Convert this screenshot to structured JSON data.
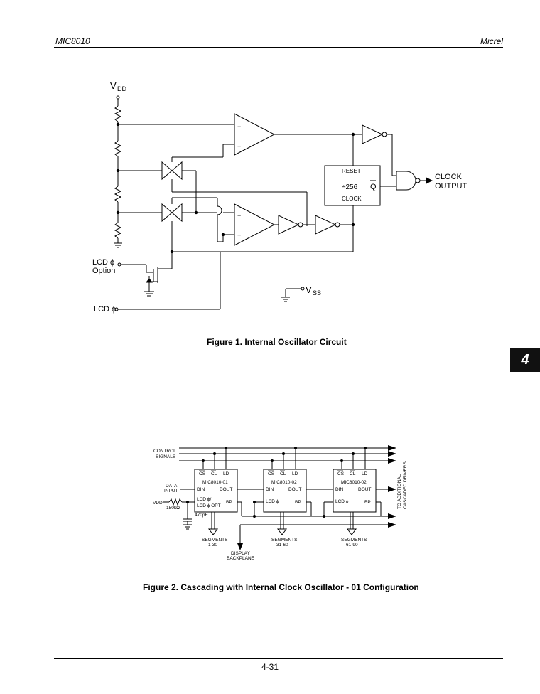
{
  "header": {
    "left": "MIC8010",
    "right": "Micrel"
  },
  "page_number": "4-31",
  "section_tab": "4",
  "figure1": {
    "caption": "Figure 1.   Internal Oscillator Circuit",
    "vdd": "V",
    "vdd_sub": "DD",
    "vss": "V",
    "vss_sub": "SS",
    "lcd_option_1": "LCD ϕ",
    "lcd_option_2": "Option",
    "lcd_phi": "LCD ϕ",
    "reset": "RESET",
    "divider": "÷256",
    "q": "Q",
    "clock": "CLOCK",
    "clock_output_1": "CLOCK",
    "clock_output_2": "OUTPUT",
    "minus": "−",
    "plus": "+"
  },
  "figure2": {
    "caption": "Figure 2.   Cascading with Internal Clock Oscillator - 01 Configuration",
    "control_1": "CONTROL",
    "control_2": "SIGNALS",
    "data_1": "DATA",
    "data_2": "INPUT",
    "vdd": "VDD",
    "resistor": "150kΩ",
    "capacitor": "470pF",
    "pin_cs": "CS",
    "pin_cl": "CL",
    "pin_ld": "LD",
    "pin_din": "DIN",
    "pin_dout": "DOUT",
    "pin_bp": "BP",
    "chips": [
      {
        "name": "MIC8010-01",
        "lcd_1": "LCD ϕ/",
        "lcd_2": "LCD ϕ OPT",
        "segments": "SEGMENTS",
        "range": "1-30"
      },
      {
        "name": "MIC8010-02",
        "lcd_1": "LCD ϕ",
        "segments": "SEGMENTS",
        "range": "31-60"
      },
      {
        "name": "MIC8010-02",
        "lcd_1": "LCD ϕ",
        "segments": "SEGMENTS",
        "range": "61-90"
      }
    ],
    "display_1": "DISPLAY",
    "display_2": "BACKPLANE",
    "to_additional_1": "TO ADDITIONAL",
    "to_additional_2": "CASCADED DRIVERS"
  }
}
